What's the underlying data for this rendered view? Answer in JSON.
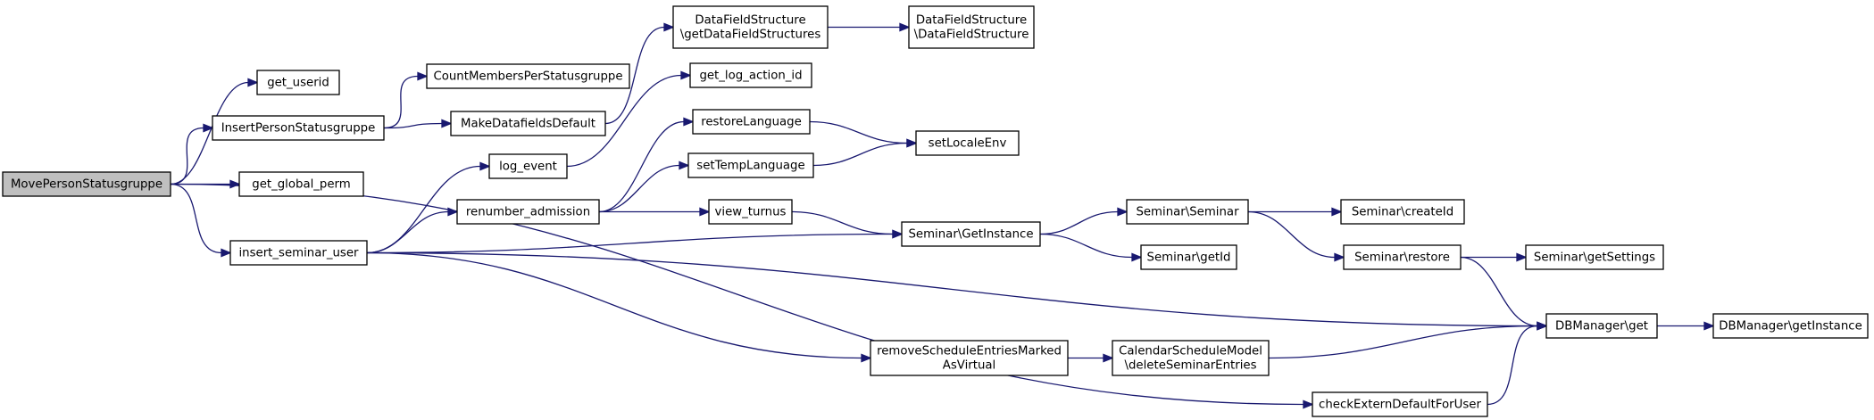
{
  "diagram": {
    "kind": "call-graph",
    "nodes": [
      {
        "id": "mps",
        "lines": [
          "MovePersonStatusgruppe"
        ],
        "root": true
      },
      {
        "id": "get_userid",
        "lines": [
          "get_userid"
        ]
      },
      {
        "id": "ips",
        "lines": [
          "InsertPersonStatusgruppe"
        ]
      },
      {
        "id": "get_global_perm",
        "lines": [
          "get_global_perm"
        ]
      },
      {
        "id": "isu",
        "lines": [
          "insert_seminar_user"
        ]
      },
      {
        "id": "cmps",
        "lines": [
          "CountMembersPerStatusgruppe"
        ]
      },
      {
        "id": "mdd",
        "lines": [
          "MakeDatafieldsDefault"
        ]
      },
      {
        "id": "log_event",
        "lines": [
          "log_event"
        ]
      },
      {
        "id": "renum",
        "lines": [
          "renumber_admission"
        ]
      },
      {
        "id": "dfs_get",
        "lines": [
          "DataFieldStructure",
          "\\getDataFieldStructures"
        ]
      },
      {
        "id": "dfs_ctor",
        "lines": [
          "DataFieldStructure",
          "\\DataFieldStructure"
        ]
      },
      {
        "id": "glai",
        "lines": [
          "get_log_action_id"
        ]
      },
      {
        "id": "restoreLang",
        "lines": [
          "restoreLanguage"
        ]
      },
      {
        "id": "setTemp",
        "lines": [
          "setTempLanguage"
        ]
      },
      {
        "id": "view_turnus",
        "lines": [
          "view_turnus"
        ]
      },
      {
        "id": "setLocale",
        "lines": [
          "setLocaleEnv"
        ]
      },
      {
        "id": "sem_getinst",
        "lines": [
          "Seminar\\GetInstance"
        ]
      },
      {
        "id": "sem_sem",
        "lines": [
          "Seminar\\Seminar"
        ]
      },
      {
        "id": "sem_getid",
        "lines": [
          "Seminar\\getId"
        ]
      },
      {
        "id": "sem_createid",
        "lines": [
          "Seminar\\createId"
        ]
      },
      {
        "id": "sem_restore",
        "lines": [
          "Seminar\\restore"
        ]
      },
      {
        "id": "sem_getsettings",
        "lines": [
          "Seminar\\getSettings"
        ]
      },
      {
        "id": "rsem",
        "lines": [
          "removeScheduleEntriesMarked",
          "AsVirtual"
        ]
      },
      {
        "id": "csm",
        "lines": [
          "CalendarScheduleModel",
          "\\deleteSeminarEntries"
        ]
      },
      {
        "id": "dbget",
        "lines": [
          "DBManager\\get"
        ]
      },
      {
        "id": "dbgetinst",
        "lines": [
          "DBManager\\getInstance"
        ]
      },
      {
        "id": "cedfu",
        "lines": [
          "checkExternDefaultForUser"
        ]
      }
    ],
    "edges": [
      {
        "from": "mps",
        "to": "get_userid"
      },
      {
        "from": "mps",
        "to": "ips"
      },
      {
        "from": "mps",
        "to": "get_global_perm"
      },
      {
        "from": "mps",
        "to": "isu"
      },
      {
        "from": "mps",
        "to": "cedfu"
      },
      {
        "from": "ips",
        "to": "cmps"
      },
      {
        "from": "ips",
        "to": "mdd"
      },
      {
        "from": "mdd",
        "to": "dfs_get"
      },
      {
        "from": "dfs_get",
        "to": "dfs_ctor"
      },
      {
        "from": "isu",
        "to": "log_event"
      },
      {
        "from": "isu",
        "to": "renum"
      },
      {
        "from": "isu",
        "to": "sem_getinst"
      },
      {
        "from": "isu",
        "to": "dbget"
      },
      {
        "from": "isu",
        "to": "rsem"
      },
      {
        "from": "log_event",
        "to": "glai"
      },
      {
        "from": "renum",
        "to": "restoreLang"
      },
      {
        "from": "renum",
        "to": "setTemp"
      },
      {
        "from": "renum",
        "to": "view_turnus"
      },
      {
        "from": "restoreLang",
        "to": "setLocale"
      },
      {
        "from": "setTemp",
        "to": "setLocale"
      },
      {
        "from": "view_turnus",
        "to": "sem_getinst"
      },
      {
        "from": "sem_getinst",
        "to": "sem_sem"
      },
      {
        "from": "sem_getinst",
        "to": "sem_getid"
      },
      {
        "from": "sem_sem",
        "to": "sem_createid"
      },
      {
        "from": "sem_sem",
        "to": "sem_restore"
      },
      {
        "from": "sem_restore",
        "to": "sem_getsettings"
      },
      {
        "from": "sem_restore",
        "to": "dbget"
      },
      {
        "from": "rsem",
        "to": "csm"
      },
      {
        "from": "csm",
        "to": "dbget"
      },
      {
        "from": "cedfu",
        "to": "dbget"
      },
      {
        "from": "dbget",
        "to": "dbgetinst"
      }
    ]
  },
  "colors": {
    "edge": "#191970",
    "node_border": "#000000",
    "root_fill": "#bfbfbf",
    "node_fill": "#ffffff"
  }
}
